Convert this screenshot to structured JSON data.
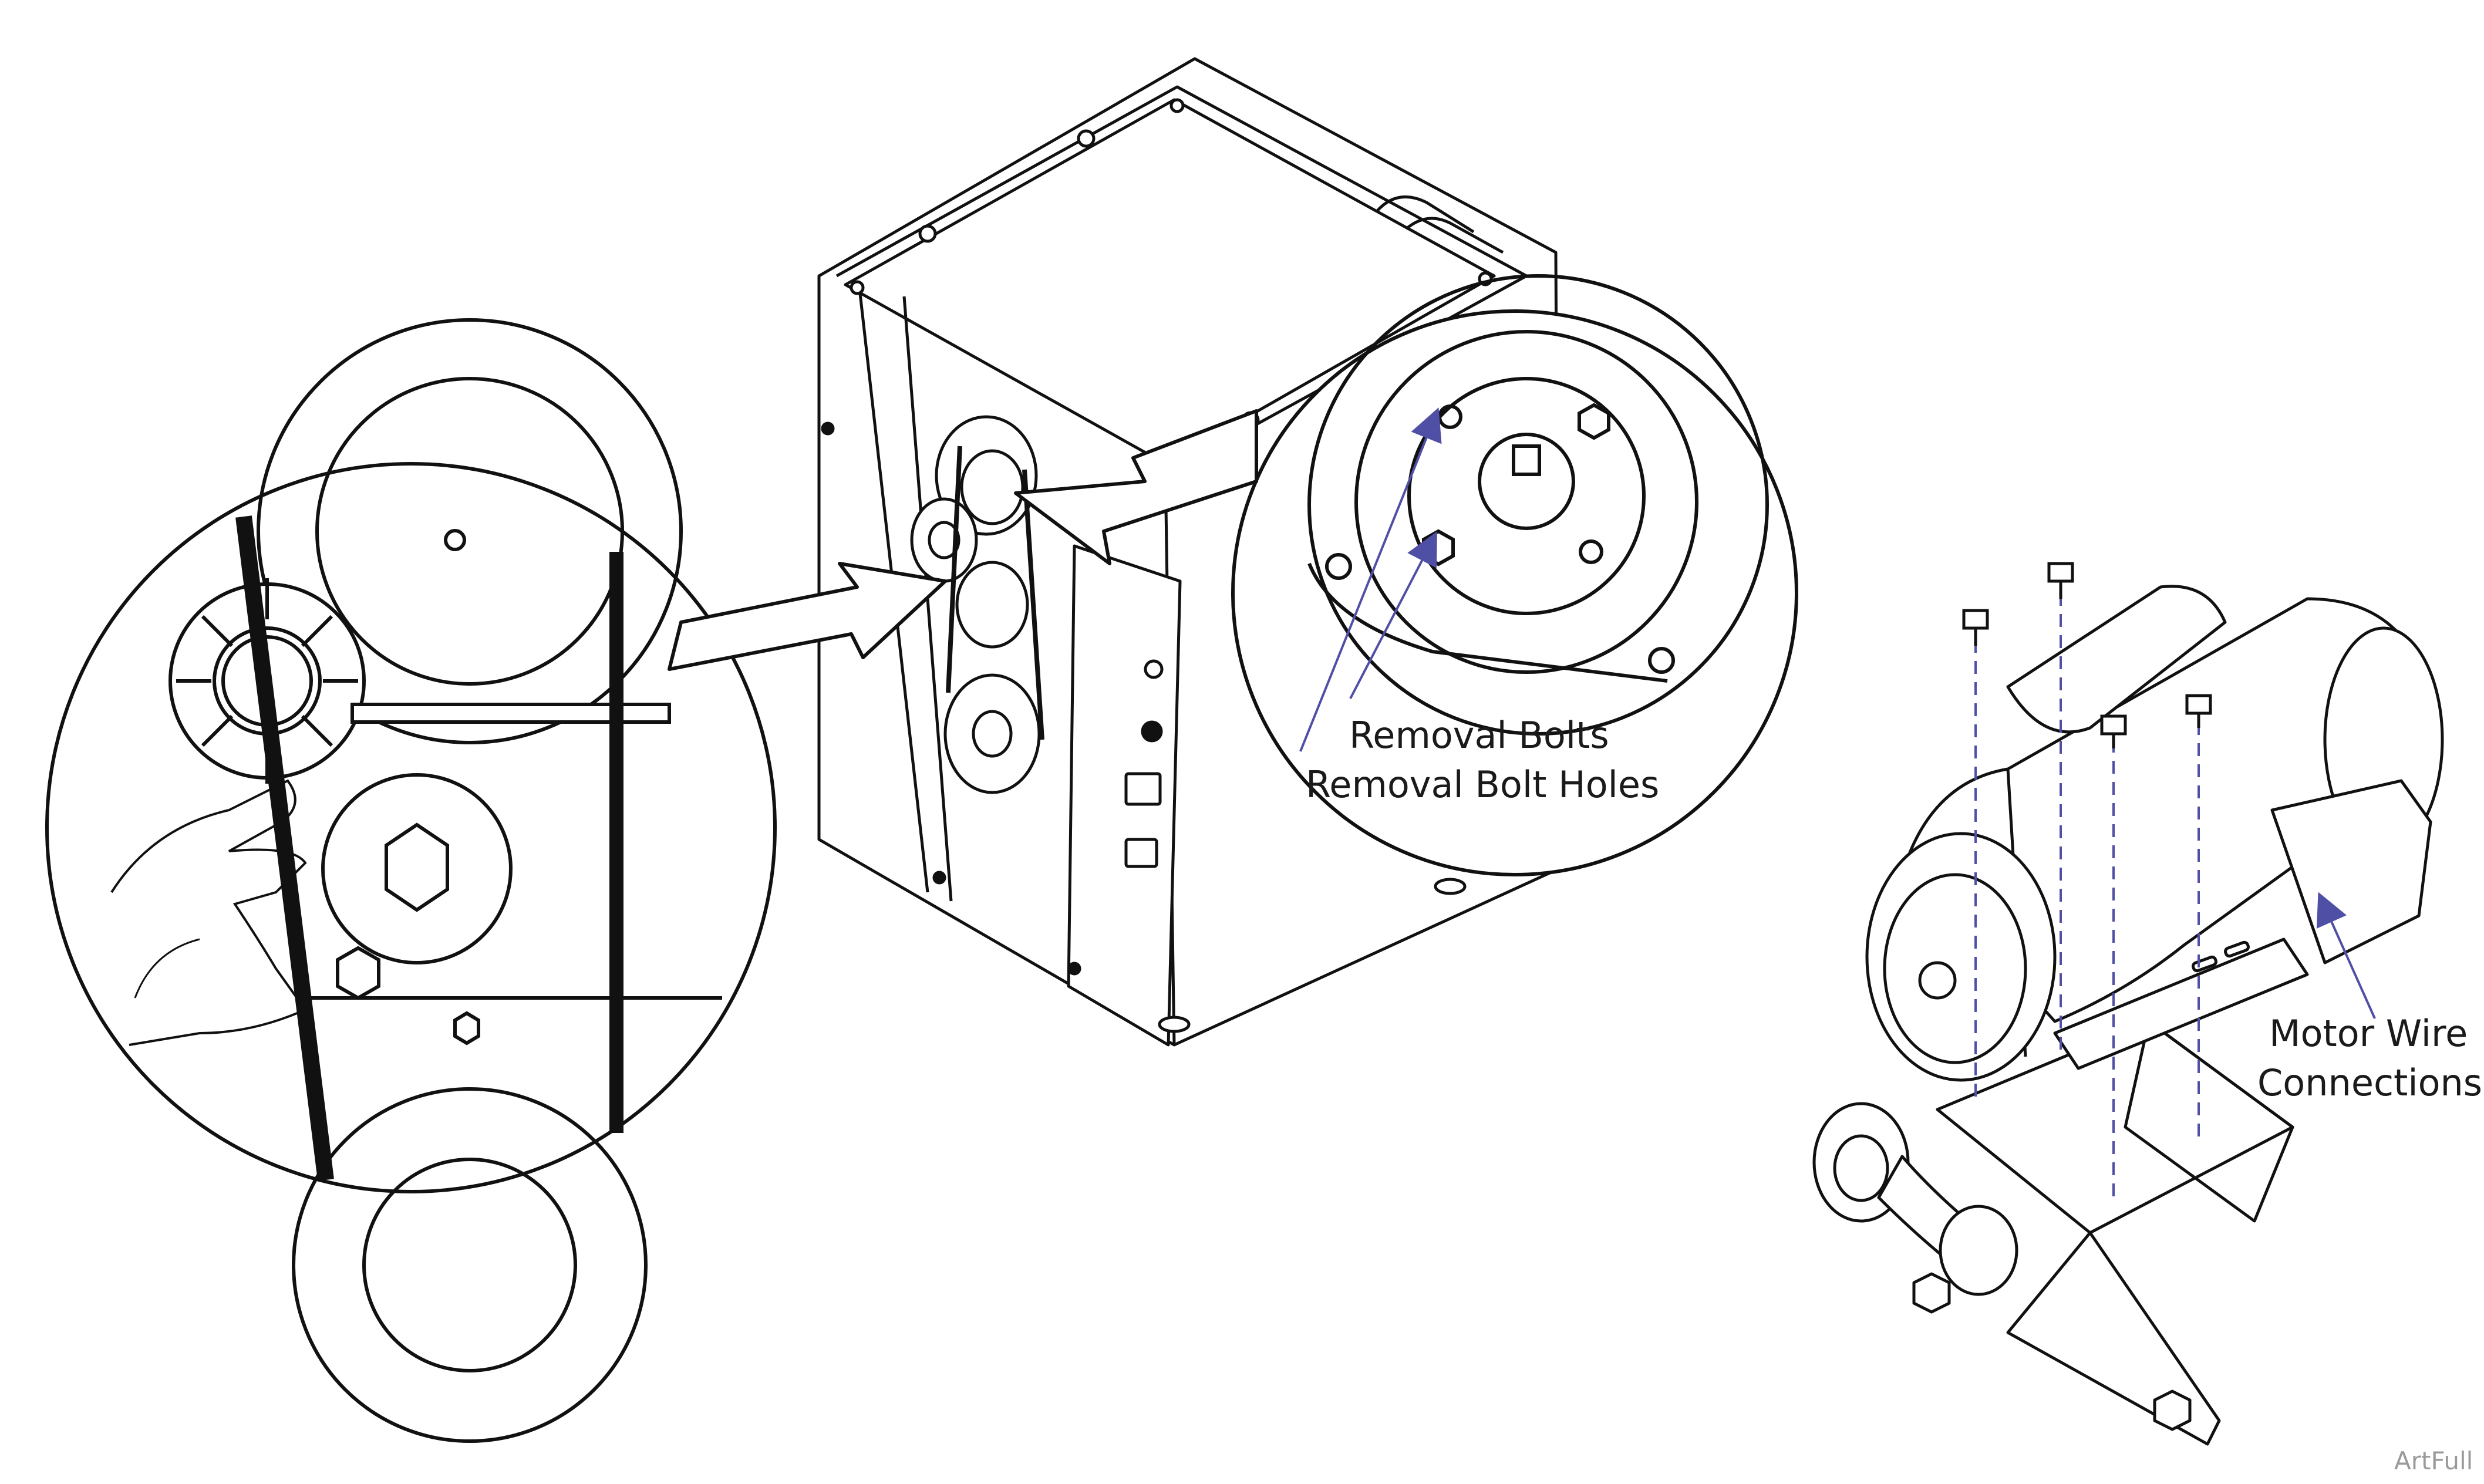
{
  "callouts": {
    "removal_bolts": "Removal Bolts",
    "removal_bolt_holes": "Removal Bolt Holes",
    "motor_wire_line1": "Motor Wire",
    "motor_wire_line2": "Connections"
  },
  "watermark": "ArtFull",
  "colors": {
    "line_art": "#111111",
    "leader_lines": "#4f4fa6",
    "background": "#ffffff",
    "watermark": "#9a9a9a"
  }
}
